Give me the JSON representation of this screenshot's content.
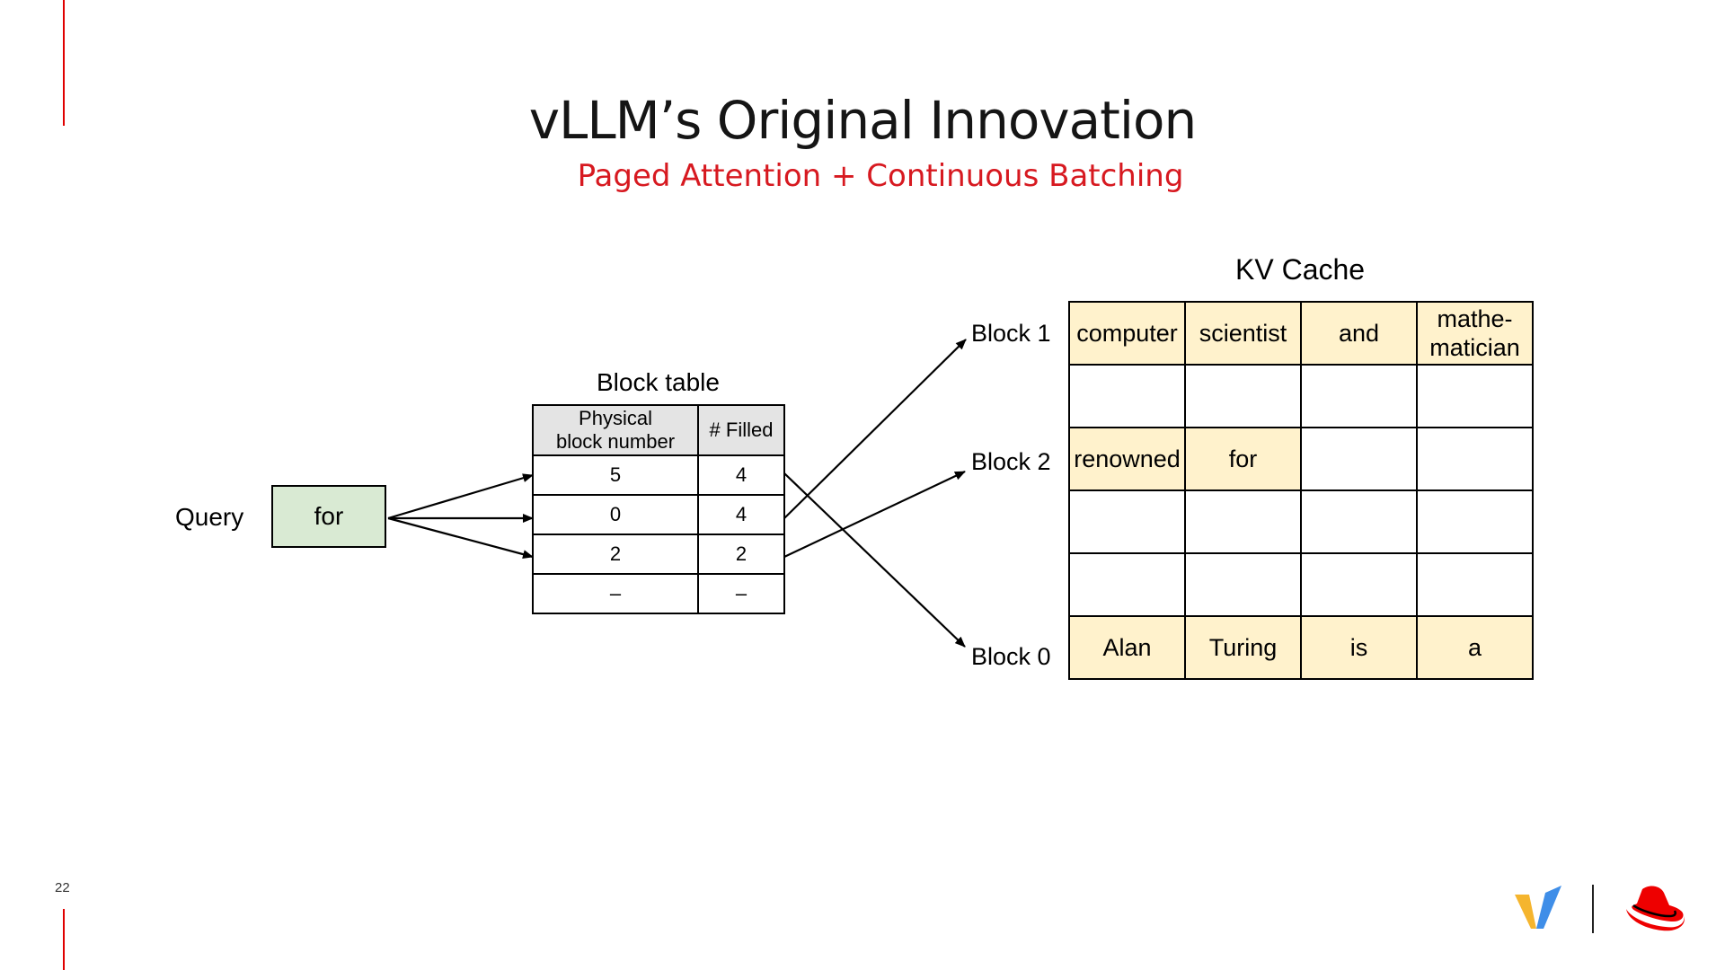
{
  "slide": {
    "title": "vLLM’s Original Innovation",
    "subtitle": "Paged Attention + Continuous Batching",
    "page_number": "22"
  },
  "query": {
    "label": "Query",
    "token": "for"
  },
  "block_table": {
    "title": "Block table",
    "header_physical": "Physical\nblock number",
    "header_filled": "# Filled",
    "rows": [
      {
        "physical": "5",
        "filled": "4"
      },
      {
        "physical": "0",
        "filled": "4"
      },
      {
        "physical": "2",
        "filled": "2"
      },
      {
        "physical": "–",
        "filled": "–"
      }
    ]
  },
  "kv_cache": {
    "title": "KV Cache",
    "block_labels": {
      "block1": "Block 1",
      "block2": "Block 2",
      "block0": "Block 0"
    },
    "rows": [
      [
        "computer",
        "scientist",
        "and",
        "mathe-\nmatician"
      ],
      [
        "",
        "",
        "",
        ""
      ],
      [
        "renowned",
        "for",
        "",
        ""
      ],
      [
        "",
        "",
        "",
        ""
      ],
      [
        "",
        "",
        "",
        ""
      ],
      [
        "Alan",
        "Turing",
        "is",
        "a"
      ]
    ],
    "filled_cells": [
      [
        true,
        true,
        true,
        true
      ],
      [
        false,
        false,
        false,
        false
      ],
      [
        true,
        true,
        false,
        false
      ],
      [
        false,
        false,
        false,
        false
      ],
      [
        false,
        false,
        false,
        false
      ],
      [
        true,
        true,
        true,
        true
      ]
    ]
  },
  "colors": {
    "accent": "#e00000",
    "subtitle": "#d71920",
    "query_fill": "#d9ead3",
    "kv_fill": "#fff2cc",
    "header_fill": "#e4e4e4"
  },
  "icons": [
    "vllm-logo-icon",
    "red-hat-logo-icon"
  ]
}
